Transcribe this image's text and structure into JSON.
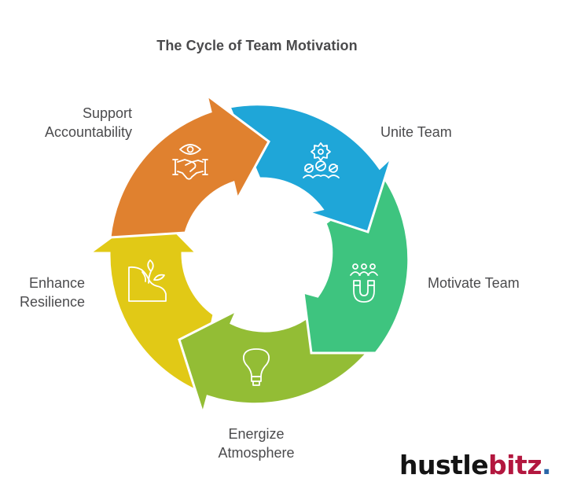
{
  "diagram": {
    "title": "The Cycle of Team Motivation",
    "type": "cycle",
    "stages": [
      {
        "id": "support-accountability",
        "lines": [
          "Support",
          "Accountability"
        ],
        "color": "#e0812f",
        "icon": "eye-handshake-icon"
      },
      {
        "id": "unite-team",
        "lines": [
          "Unite Team"
        ],
        "color": "#1fa6d8",
        "icon": "team-gear-icon"
      },
      {
        "id": "motivate-team",
        "lines": [
          "Motivate Team"
        ],
        "color": "#3ec47f",
        "icon": "people-magnet-icon"
      },
      {
        "id": "energize-atmosphere",
        "lines": [
          "Energize",
          "Atmosphere"
        ],
        "color": "#93bd35",
        "icon": "lightbulb-icon"
      },
      {
        "id": "enhance-resilience",
        "lines": [
          "Enhance",
          "Resilience"
        ],
        "color": "#e1c916",
        "icon": "plant-slope-icon"
      }
    ]
  },
  "brand": {
    "part1": "hustle",
    "part2": "bitz",
    "part3": ".",
    "colors": {
      "part1": "#141414",
      "part2": "#b3173f",
      "part3": "#2a66a8"
    }
  }
}
